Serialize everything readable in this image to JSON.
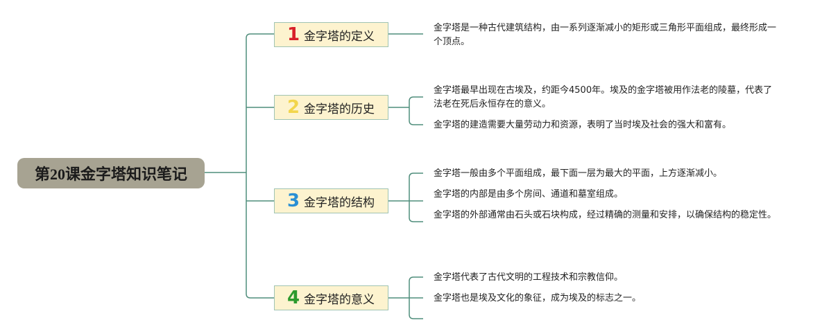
{
  "root": {
    "title": "第20课金字塔知识笔记"
  },
  "colors": {
    "connector": "#4f8d7b",
    "root_bg": "#a7a392",
    "topic_bg": "#fdf3cf",
    "topic_border": "#9fc3b2"
  },
  "branches": [
    {
      "number": "1",
      "number_color": "#d8202a",
      "label": "金字塔的定义",
      "notes": [
        "金字塔是一种古代建筑结构，由一系列逐渐减小的矩形或三角形平面组成，最终形成一个顶点。"
      ]
    },
    {
      "number": "2",
      "number_color": "#f2d54c",
      "label": "金字塔的历史",
      "notes": [
        "金字塔最早出现在古埃及，约距今4500年。埃及的金字塔被用作法老的陵墓，代表了法老在死后永恒存在的意义。",
        "金字塔的建造需要大量劳动力和资源，表明了当时埃及社会的强大和富有。"
      ]
    },
    {
      "number": "3",
      "number_color": "#2a8fd4",
      "label": "金字塔的结构",
      "notes": [
        "金字塔一般由多个平面组成，最下面一层为最大的平面，上方逐渐减小。",
        "金字塔的内部是由多个房间、通道和墓室组成。",
        "金字塔的外部通常由石头或石块构成，经过精确的测量和安排，以确保结构的稳定性。"
      ]
    },
    {
      "number": "4",
      "number_color": "#2c9a2c",
      "label": "金字塔的意义",
      "notes": [
        "金字塔代表了古代文明的工程技术和宗教信仰。",
        "金字塔也是埃及文化的象征，成为埃及的标志之一。",
        ""
      ]
    }
  ]
}
